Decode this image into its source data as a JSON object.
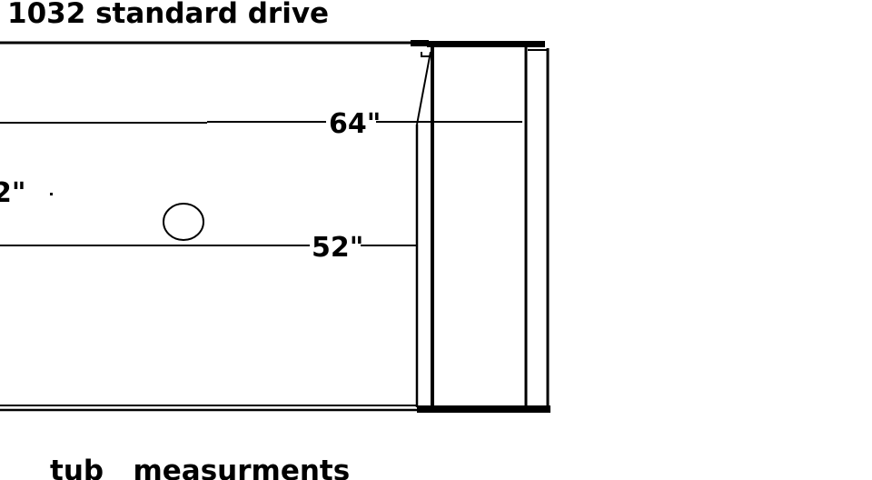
{
  "title": "1032 standard drive",
  "caption": "tub   measurments",
  "dimensions": {
    "top": "64\"",
    "middle": "52\"",
    "left_partial": "2\""
  },
  "colors": {
    "background": "#ffffff",
    "ink": "#000000"
  }
}
